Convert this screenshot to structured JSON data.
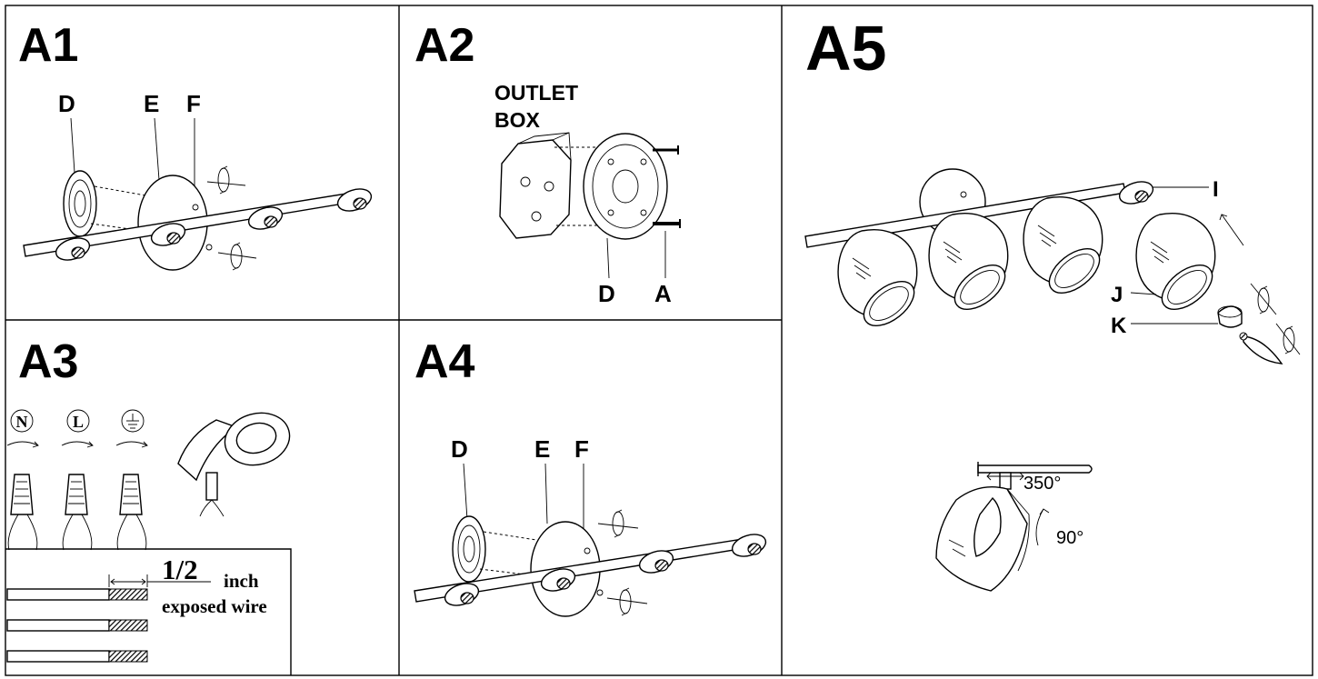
{
  "panels": {
    "a1": {
      "title": "A1",
      "labels": [
        "D",
        "E",
        "F"
      ]
    },
    "a2": {
      "title": "A2",
      "box_line1": "OUTLET",
      "box_line2": "BOX",
      "labels": [
        "D",
        "A"
      ]
    },
    "a3": {
      "title": "A3",
      "neutral": "N",
      "live": "L",
      "fraction": "1/2",
      "unit": "inch",
      "caption": "exposed wire"
    },
    "a4": {
      "title": "A4",
      "labels": [
        "D",
        "E",
        "F"
      ]
    },
    "a5": {
      "title": "A5",
      "labels": [
        "I",
        "J",
        "K"
      ],
      "rotation_horizontal": "350°",
      "rotation_vertical": "90°"
    }
  },
  "icons": [
    "neutral-terminal-icon",
    "live-terminal-icon",
    "ground-terminal-icon",
    "wire-nut-icon",
    "insulating-tape-icon",
    "rotation-arrow-icon",
    "screw-icon",
    "light-bulb-icon"
  ]
}
